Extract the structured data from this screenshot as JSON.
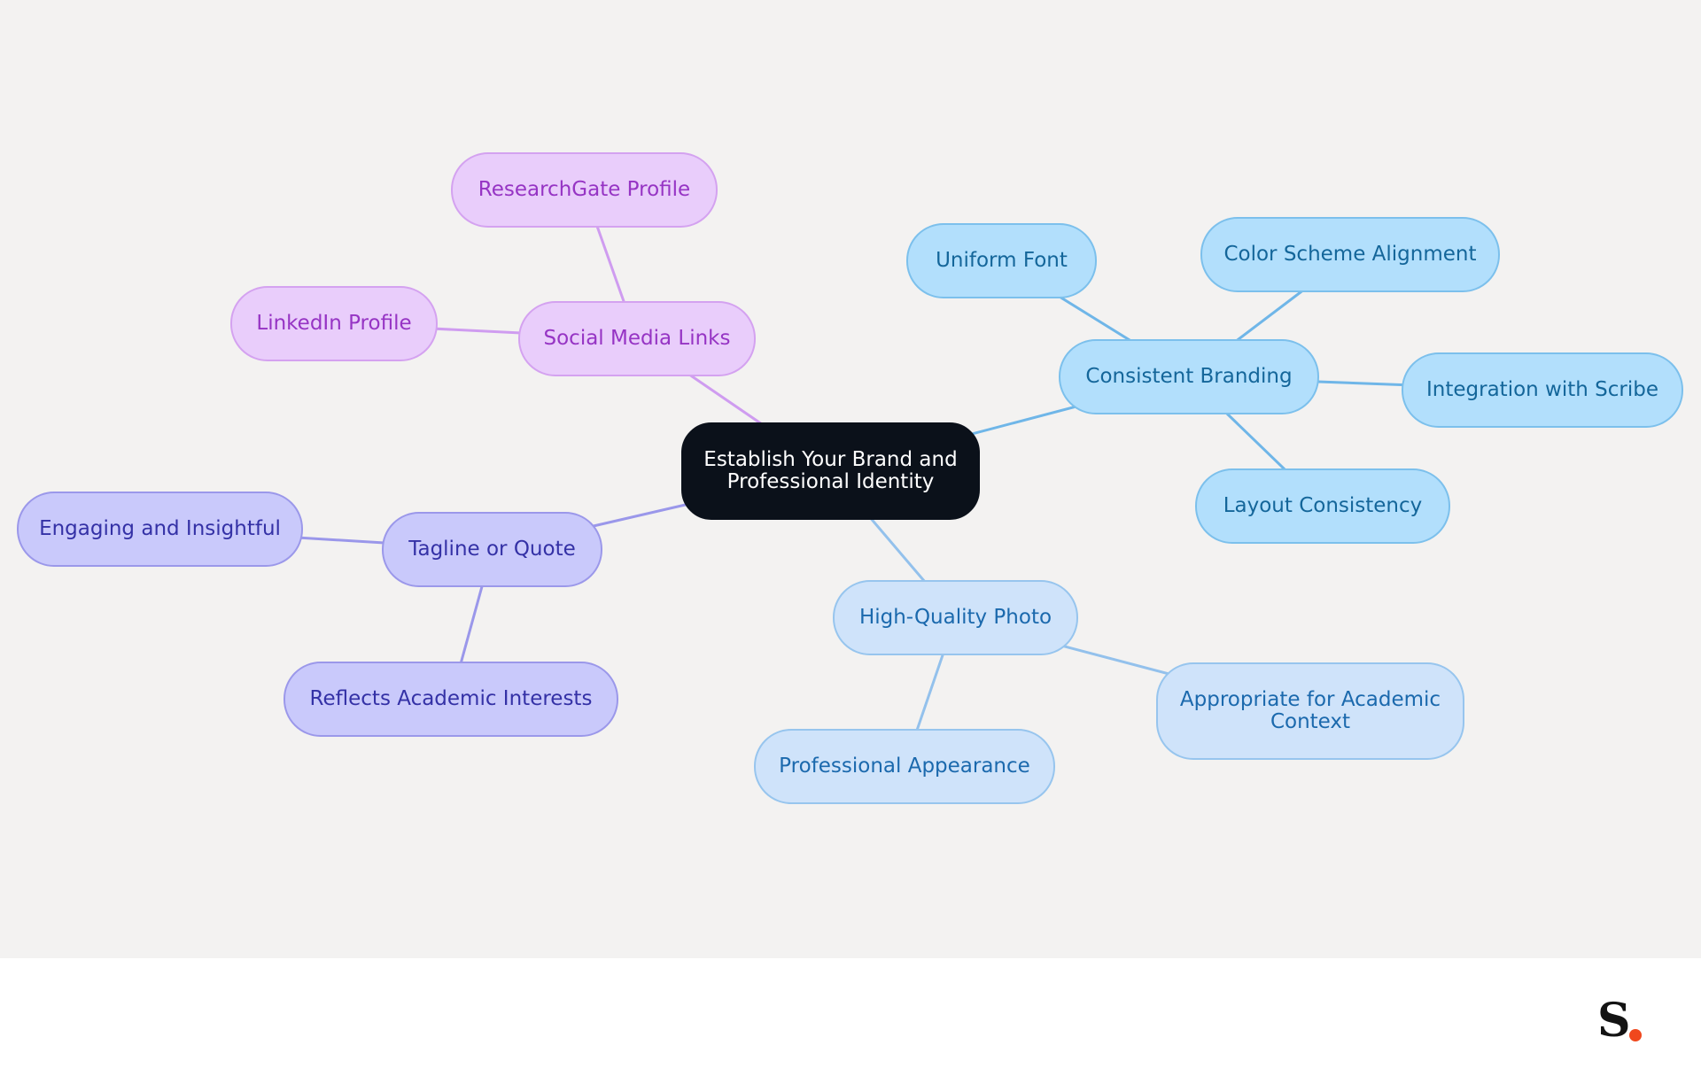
{
  "diagram": {
    "type": "mind-map",
    "root": {
      "id": "root",
      "label": "Establish Your Brand and Professional Identity"
    },
    "branches": [
      {
        "id": "social",
        "label": "Social Media Links",
        "color": "#e9cdfb",
        "children": [
          {
            "id": "researchgate",
            "label": "ResearchGate Profile"
          },
          {
            "id": "linkedin",
            "label": "LinkedIn Profile"
          }
        ]
      },
      {
        "id": "tagline",
        "label": "Tagline or Quote",
        "color": "#c9c9fb",
        "children": [
          {
            "id": "engaging",
            "label": "Engaging and Insightful"
          },
          {
            "id": "reflects",
            "label": "Reflects Academic Interests"
          }
        ]
      },
      {
        "id": "branding",
        "label": "Consistent Branding",
        "color": "#b2dffc",
        "children": [
          {
            "id": "font",
            "label": "Uniform Font"
          },
          {
            "id": "colorscheme",
            "label": "Color Scheme Alignment"
          },
          {
            "id": "scribe",
            "label": "Integration with Scribe"
          },
          {
            "id": "layout",
            "label": "Layout Consistency"
          }
        ]
      },
      {
        "id": "photo",
        "label": "High-Quality Photo",
        "color": "#cfe3fa",
        "children": [
          {
            "id": "appearance",
            "label": "Professional Appearance"
          },
          {
            "id": "appropriate",
            "label": "Appropriate for Academic Context"
          }
        ]
      }
    ]
  },
  "brand": {
    "logo_letter": "S",
    "logo_dot_color": "#f0481d"
  },
  "colors": {
    "canvas_background": "#f3f2f1",
    "root_fill": "#0b111a",
    "edge_social": "#cf9cf0",
    "edge_tagline": "#9a97ea",
    "edge_branding": "#6fb6e8",
    "edge_photo": "#93c1ec"
  }
}
